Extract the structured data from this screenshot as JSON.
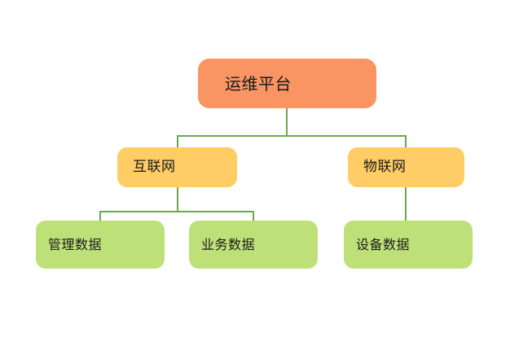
{
  "diagram": {
    "type": "organization-tree",
    "title_node": "运维平台",
    "colors": {
      "root": "#f89563",
      "branch": "#ffcc66",
      "leaf": "#bee079",
      "connector": "#6aa84f",
      "background": "#ffffff",
      "text": "#1a1a1a"
    },
    "nodes": {
      "root": {
        "label": "运维平台",
        "level": 1
      },
      "internet": {
        "label": "互联网",
        "level": 2
      },
      "iot": {
        "label": "物联网",
        "level": 2
      },
      "management_data": {
        "label": "管理数据",
        "level": 3
      },
      "business_data": {
        "label": "业务数据",
        "level": 3
      },
      "device_data": {
        "label": "设备数据",
        "level": 3
      }
    },
    "edges": [
      {
        "from": "运维平台",
        "to": "互联网"
      },
      {
        "from": "运维平台",
        "to": "物联网"
      },
      {
        "from": "互联网",
        "to": "管理数据"
      },
      {
        "from": "互联网",
        "to": "业务数据"
      },
      {
        "from": "物联网",
        "to": "设备数据"
      }
    ]
  }
}
